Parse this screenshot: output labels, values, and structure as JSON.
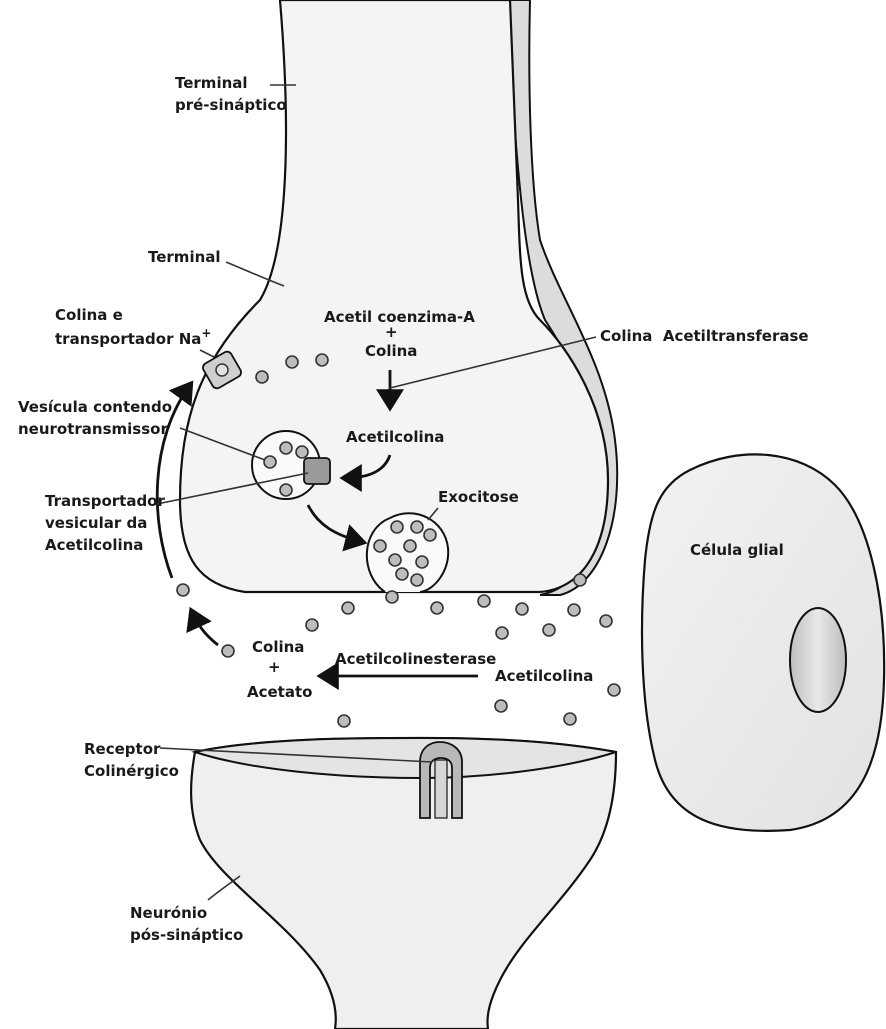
{
  "labels": {
    "terminal_presinaptico_1": "Terminal",
    "terminal_presinaptico_2": "pré-sináptico",
    "terminal": "Terminal",
    "colina_transportador_1": "Colina e",
    "colina_transportador_2": "transportador Na",
    "colina_transportador_sup": "+",
    "vesicula_1": "Vesícula contendo",
    "vesicula_2": "neurotransmissor",
    "transp_vesicular_1": "Transportador",
    "transp_vesicular_2": "vesicular da",
    "transp_vesicular_3": "Acetilcolina",
    "acetil_coa": "Acetil coenzima-A",
    "plus_1": "+",
    "colina_top": "Colina",
    "colina_acetiltransferase": "Colina  Acetiltransferase",
    "acetilcolina_inside": "Acetilcolina",
    "exocitose": "Exocitose",
    "celula_glial": "Célula glial",
    "colina_bottom": "Colina",
    "plus_2": "+",
    "acetato": "Acetato",
    "acetilcolinesterase": "Acetilcolinesterase",
    "acetilcolina_cleft": "Acetilcolina",
    "receptor_1": "Receptor",
    "receptor_2": "Colinérgico",
    "neuronio_1": "Neurónio",
    "neuronio_2": "pós-sináptico"
  },
  "colors": {
    "membrane": "#f4f4f4",
    "molecule": "#bdbdbd",
    "outline": "#111111"
  }
}
